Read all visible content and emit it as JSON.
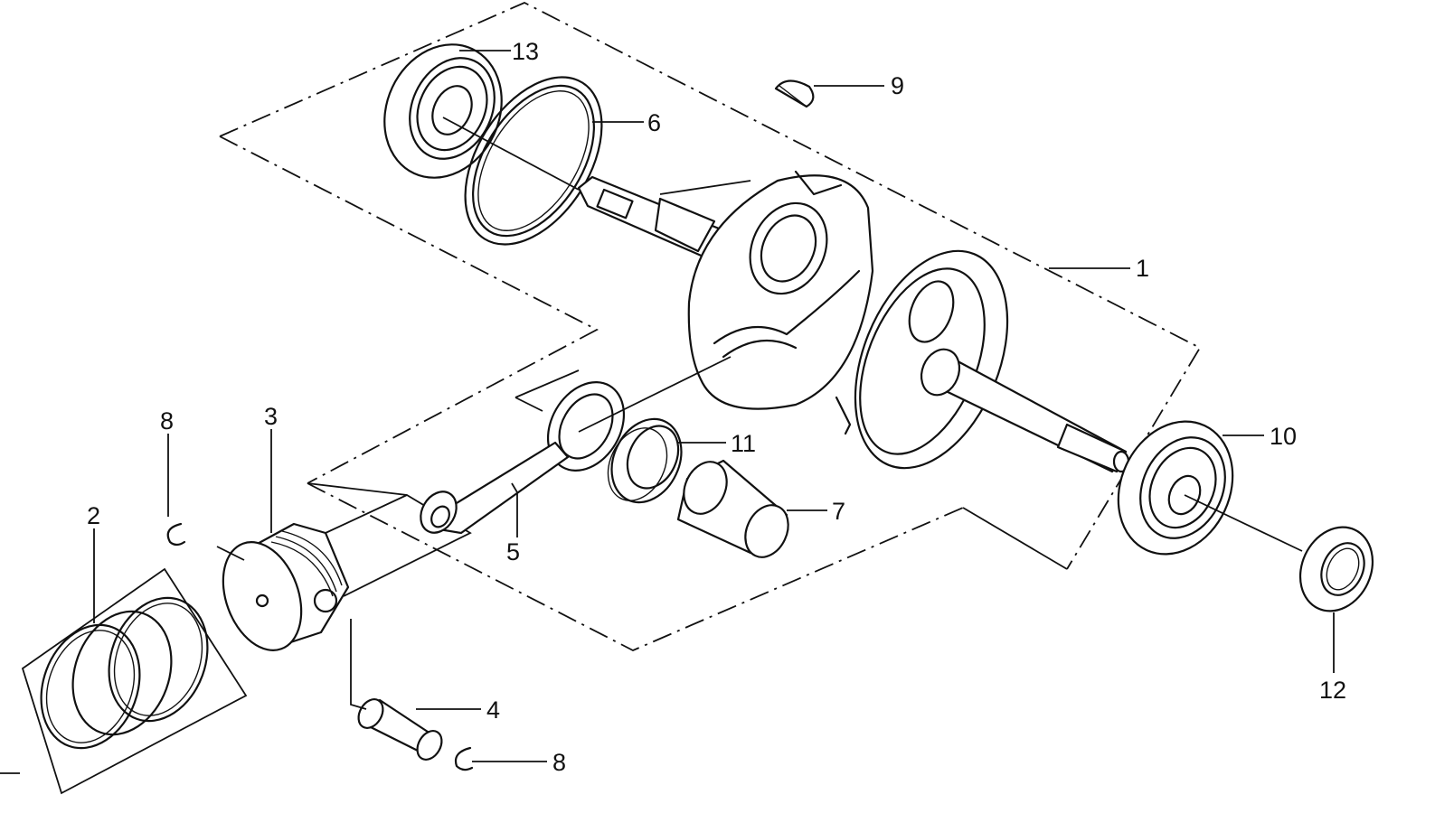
{
  "callouts": [
    {
      "id": "p1",
      "label": "1"
    },
    {
      "id": "p2",
      "label": "2"
    },
    {
      "id": "p3",
      "label": "3"
    },
    {
      "id": "p4",
      "label": "4"
    },
    {
      "id": "p5",
      "label": "5"
    },
    {
      "id": "p6",
      "label": "6"
    },
    {
      "id": "p7",
      "label": "7"
    },
    {
      "id": "p8a",
      "label": "8"
    },
    {
      "id": "p8b",
      "label": "8"
    },
    {
      "id": "p9",
      "label": "9"
    },
    {
      "id": "p10",
      "label": "10"
    },
    {
      "id": "p11",
      "label": "11"
    },
    {
      "id": "p12",
      "label": "12"
    },
    {
      "id": "p13",
      "label": "13"
    }
  ]
}
